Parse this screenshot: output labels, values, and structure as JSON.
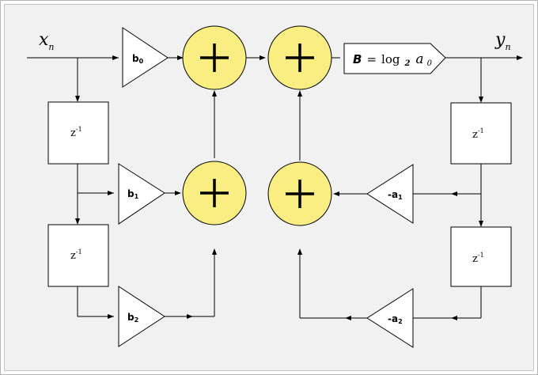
{
  "signals": {
    "input": {
      "main": "x",
      "sub": "n"
    },
    "output": {
      "main": "y",
      "sub": "n"
    }
  },
  "delays": [
    {
      "label": "z",
      "exp": "-1"
    },
    {
      "label": "z",
      "exp": "-1"
    },
    {
      "label": "z",
      "exp": "-1"
    },
    {
      "label": "z",
      "exp": "-1"
    }
  ],
  "feedforward_gains": [
    {
      "label": "b",
      "sub": "0"
    },
    {
      "label": "b",
      "sub": "1"
    },
    {
      "label": "b",
      "sub": "2"
    }
  ],
  "feedback_gains": [
    {
      "label": "-a",
      "sub": "1"
    },
    {
      "label": "-a",
      "sub": "2"
    }
  ],
  "output_block": {
    "symbol": "B",
    "equals": "=",
    "fn": "log",
    "base": "2",
    "arg": "a",
    "arg_sub": "0"
  },
  "colors": {
    "adder_fill": "#faee82",
    "background": "#f1f1f1"
  }
}
